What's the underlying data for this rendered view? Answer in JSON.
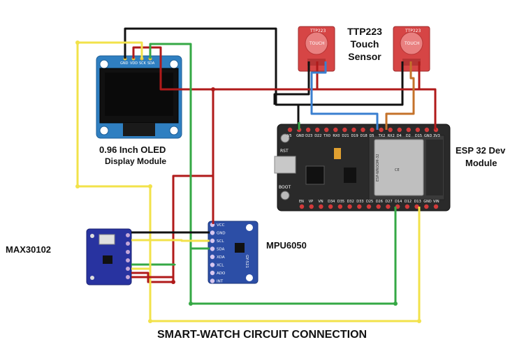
{
  "labels": {
    "oled_title": "0.96 Inch OLED",
    "oled_subtitle": "Display Module",
    "touch_line1": "TTP223",
    "touch_line2": "Touch",
    "touch_line3": "Sensor",
    "esp_line1": "ESP 32 Dev",
    "esp_line2": "Module",
    "max": "MAX30102",
    "mpu": "MPU6050",
    "footer": "SMART-WATCH CIRCUIT CONNECTION"
  },
  "oled_pins": [
    "GND",
    "VDD",
    "SCK",
    "SDA"
  ],
  "mpu_pins": [
    "VCC",
    "GND",
    "SCL",
    "SDA",
    "XDA",
    "XCL",
    "ADO",
    "INT"
  ],
  "mpu_board_text": "GY-521",
  "touch_board_text": "TOUCH",
  "touch_header_text": "TTP223",
  "esp_top_pins": [
    "V5",
    "GND",
    "D23",
    "D22",
    "TX0",
    "RX0",
    "D21",
    "D19",
    "D18",
    "D5",
    "TX2",
    "RX2",
    "D4",
    "D2",
    "D15",
    "GND",
    "3V3"
  ],
  "esp_bottom_pins": [
    "EN",
    "VP",
    "VN",
    "D34",
    "D35",
    "D32",
    "D33",
    "D25",
    "D26",
    "D27",
    "D14",
    "D12",
    "D13",
    "GND",
    "VIN"
  ],
  "esp_buttons": {
    "rst": "RST",
    "boot": "BOOT"
  },
  "esp_chip_text": [
    "ESP-WROOM-32",
    "CE"
  ],
  "wire_colors": {
    "red": "#b01a1a",
    "black": "#111111",
    "yellow": "#f2e24a",
    "green": "#35a845",
    "blue": "#3a7fd0",
    "orange": "#c4722a"
  },
  "component_colors": {
    "oled_board": "#2f7fc1",
    "touch_board": "#d64545",
    "esp_board": "#2a2a2a",
    "mpu_board": "#2c4ea6",
    "max_board": "#2833a0"
  }
}
